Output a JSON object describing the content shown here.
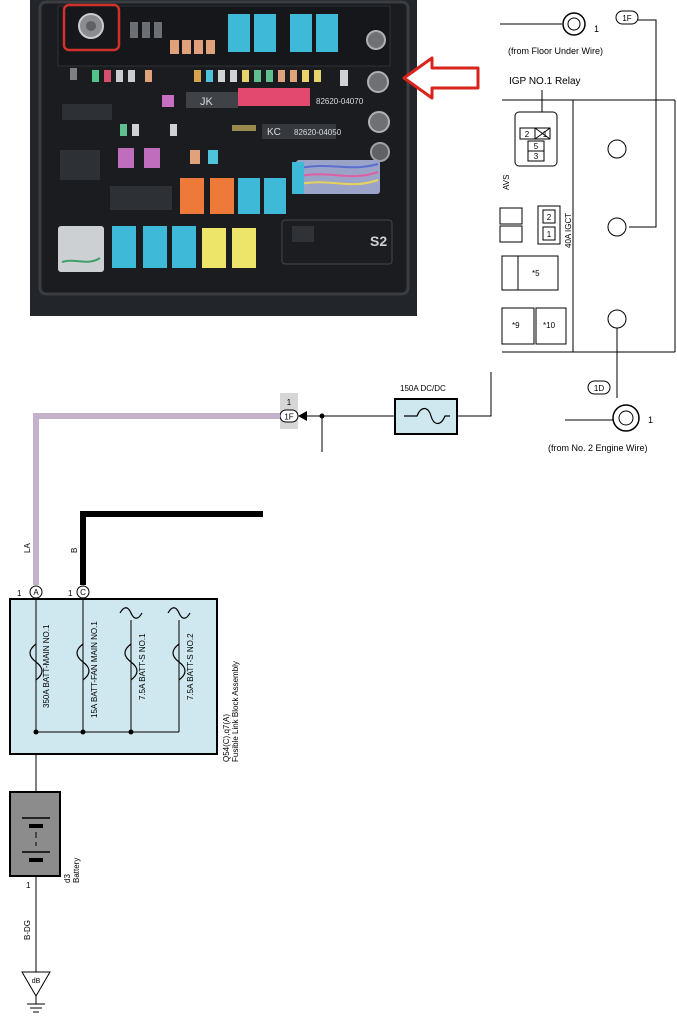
{
  "photo": {
    "relay_label_jk": "JK",
    "relay_number_1": "82620-04070",
    "relay_label_kc": "KC",
    "relay_number_2": "82620-04050",
    "relay_label_s2": "S2"
  },
  "relay_panel": {
    "wire_top_num": "1",
    "wire_top_tag": "1F",
    "wire_top_caption": "(from Floor Under Wire)",
    "relay_title": "IGP NO.1 Relay",
    "pins": [
      "2",
      "1",
      "5",
      "3"
    ],
    "avs": "AVS",
    "fuse_igct_pins": [
      "2",
      "1"
    ],
    "fuse_igct_label": "40A IGCT",
    "star5": "*5",
    "star9": "*9",
    "star10": "*10",
    "wire_bottom_tag": "1D",
    "wire_bottom_num": "1",
    "wire_bottom_caption": "(from No. 2 Engine Wire)"
  },
  "connector_1f": {
    "num": "1",
    "tag": "1F"
  },
  "dcdc_fuse": {
    "label": "150A DC/DC"
  },
  "wire_labels": {
    "la": "LA",
    "b": "B",
    "b_dg": "B-DG"
  },
  "fusible_block": {
    "term_a_num": "1",
    "term_a": "A",
    "term_c_num": "1",
    "term_c": "C",
    "fuses": [
      "350A BATT-MAIN NO.1",
      "15A BATT-FAN MAIN NO.1",
      "7.5A BATT-S NO.1",
      "7.5A BATT-S NO.2"
    ],
    "code": "Q54(C),q7(A)",
    "name": "Fusible Link Block Assembly"
  },
  "battery": {
    "num": "1",
    "code": "d3",
    "name": "Battery"
  },
  "ground": {
    "tag": "dB"
  },
  "colors": {
    "wire_la": "#c4b2cc",
    "wire_b": "#000000",
    "component_fill": "#cfe8f0",
    "battery_fill": "#8c8c8c",
    "arrow": "#d9241c"
  }
}
